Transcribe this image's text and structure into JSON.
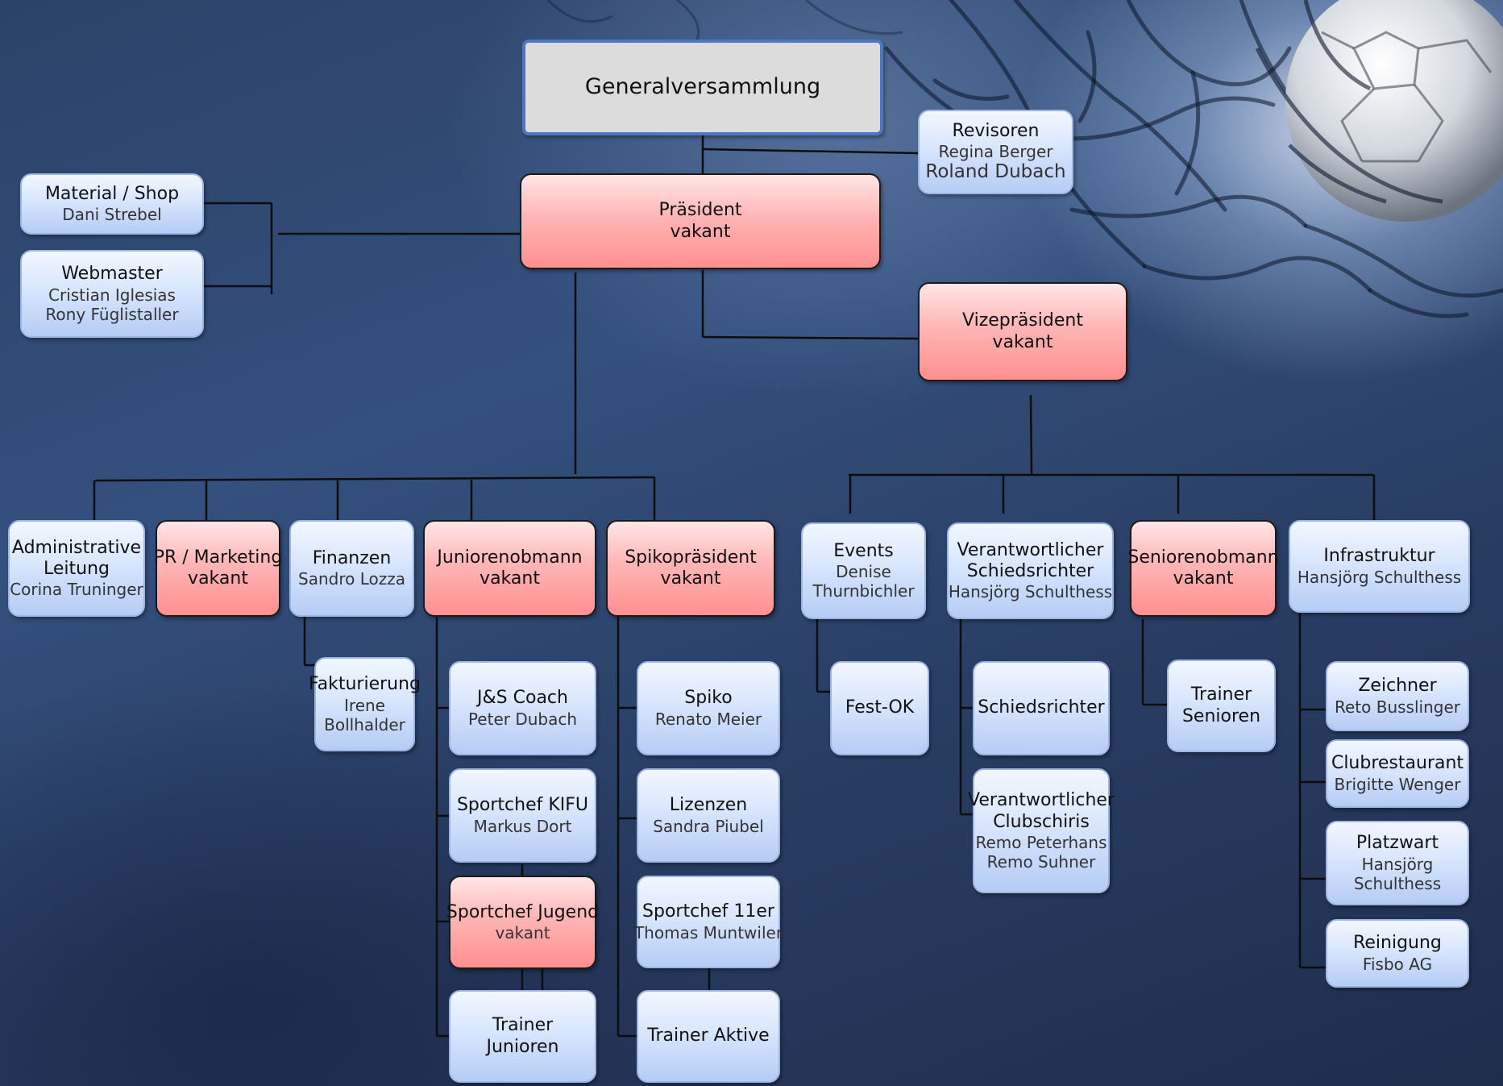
{
  "colors": {
    "background": "#2d4268",
    "line": "#0d0d0d",
    "blue_box": "#d8e6fd",
    "red_box": "#ffb0b0",
    "top_box": "#dcdcdc",
    "top_border": "#4a78c2"
  },
  "general": {
    "title": "Generalversammlung"
  },
  "revisoren": {
    "title": "Revisoren",
    "l1": "Regina Berger",
    "l2": "Roland Dubach"
  },
  "material": {
    "title": "Material / Shop",
    "l1": "Dani Strebel"
  },
  "webmaster": {
    "title": "Webmaster",
    "l1": "Cristian Iglesias",
    "l2": "Rony Füglistaller"
  },
  "praesident": {
    "title": "Präsident",
    "l1": "vakant"
  },
  "vize": {
    "title": "Vizepräsident",
    "l1": "vakant"
  },
  "admin": {
    "title1": "Administrative",
    "title2": "Leitung",
    "l1": "Corina Truninger"
  },
  "pr": {
    "title": "PR / Marketing",
    "l1": "vakant"
  },
  "finanzen": {
    "title": "Finanzen",
    "l1": "Sandro Lozza"
  },
  "junioren": {
    "title": "Juniorenobmann",
    "l1": "vakant"
  },
  "spiko": {
    "title": "Spikopräsident",
    "l1": "vakant"
  },
  "events": {
    "title": "Events",
    "l1": "Denise",
    "l2": "Thurnbichler"
  },
  "schiri": {
    "title1": "Verantwortlicher",
    "title2": "Schiedsrichter",
    "l1": "Hansjörg Schulthess"
  },
  "senioren": {
    "title": "Seniorenobmann",
    "l1": "vakant"
  },
  "infra": {
    "title": "Infrastruktur",
    "l1": "Hansjörg Schulthess"
  },
  "faktur": {
    "title": "Fakturierung",
    "l1": "Irene",
    "l2": "Bollhalder"
  },
  "jscoach": {
    "title": "J&S Coach",
    "l1": "Peter Dubach"
  },
  "kifu": {
    "title": "Sportchef KIFU",
    "l1": "Markus Dort"
  },
  "jugend": {
    "title": "Sportchef Jugend",
    "l1": "vakant"
  },
  "trainerjun": {
    "title1": "Trainer",
    "title2": "Junioren"
  },
  "spikoperson": {
    "title": "Spiko",
    "l1": "Renato Meier"
  },
  "lizenzen": {
    "title": "Lizenzen",
    "l1": "Sandra Piubel"
  },
  "sportchef11": {
    "title": "Sportchef 11er",
    "l1": "Thomas Muntwiler"
  },
  "traineraktive": {
    "title": "Trainer Aktive"
  },
  "festok": {
    "title": "Fest-OK"
  },
  "schiedsrichter": {
    "title": "Schiedsrichter"
  },
  "clubschiris": {
    "title1": "Verantwortlicher",
    "title2": "Clubschiris",
    "l1": "Remo Peterhans",
    "l2": "Remo Suhner"
  },
  "trainersen": {
    "title1": "Trainer",
    "title2": "Senioren"
  },
  "zeichner": {
    "title": "Zeichner",
    "l1": "Reto Busslinger"
  },
  "clubrest": {
    "title": "Clubrestaurant",
    "l1": "Brigitte Wenger"
  },
  "platzwart": {
    "title": "Platzwart",
    "l1": "Hansjörg",
    "l2": "Schulthess"
  },
  "reinigung": {
    "title": "Reinigung",
    "l1": "Fisbo AG"
  }
}
